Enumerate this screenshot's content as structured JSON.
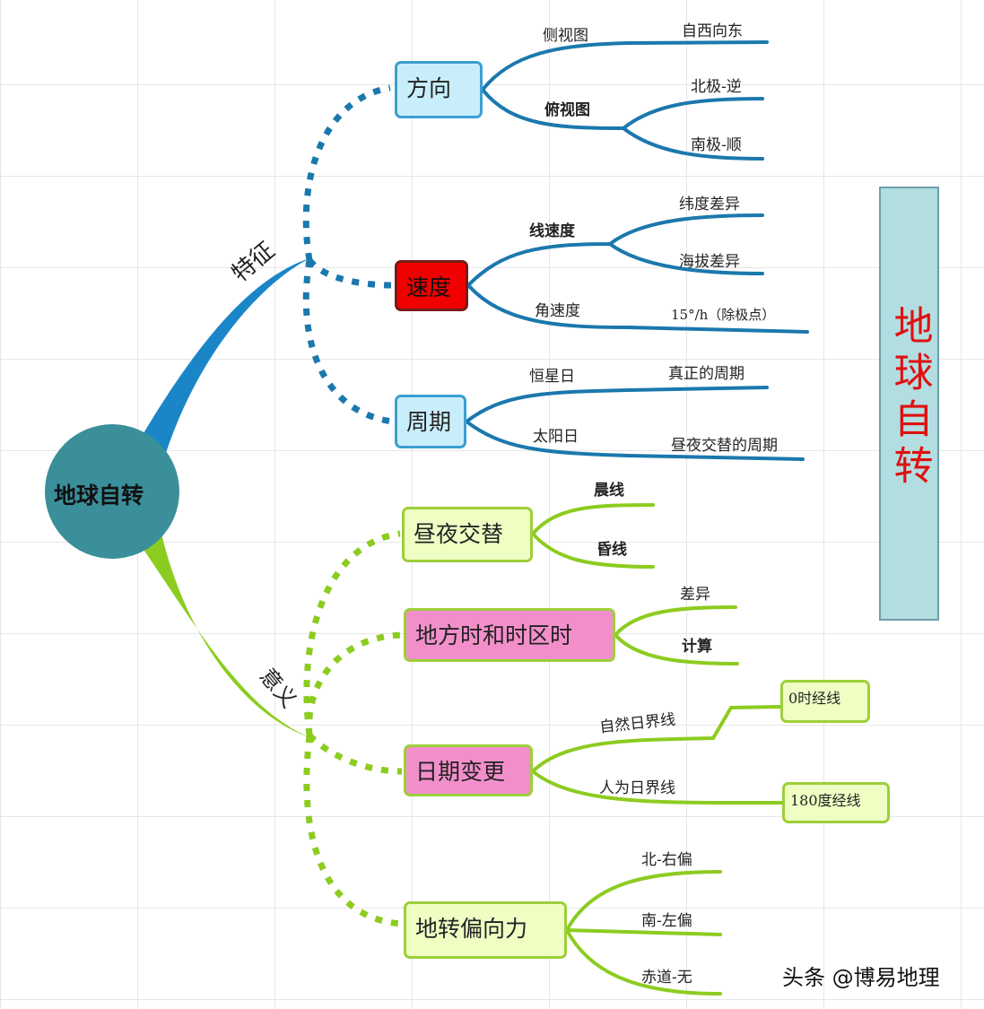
{
  "center": "地球自转",
  "title_box": "地球自转",
  "watermark": "头条 @博易地理",
  "colors": {
    "blue": "#1a86c8",
    "green": "#8ccc20",
    "title_red": "#e01010"
  },
  "features": {
    "label": "特征",
    "direction": {
      "label": "方向",
      "side": "侧视图",
      "side_val": "自西向东",
      "top": "俯视图",
      "north": "北极-逆",
      "south": "南极-顺"
    },
    "speed": {
      "label": "速度",
      "linear": "线速度",
      "lat": "纬度差异",
      "alt": "海拔差异",
      "angular": "角速度",
      "angular_val": "15°/h（除极点）"
    },
    "period": {
      "label": "周期",
      "sidereal": "恒星日",
      "sidereal_val": "真正的周期",
      "solar": "太阳日",
      "solar_val": "昼夜交替的周期"
    }
  },
  "significance": {
    "label": "意义",
    "daynight": {
      "label": "昼夜交替",
      "dawn": "晨线",
      "dusk": "昏线"
    },
    "time": {
      "label": "地方时和时区时",
      "diff": "差异",
      "calc": "计算"
    },
    "date": {
      "label": "日期变更",
      "natural": "自然日界线",
      "natural_val": "0时经线",
      "artificial": "人为日界线",
      "artificial_val": "180度经线"
    },
    "coriolis": {
      "label": "地转偏向力",
      "north": "北-右偏",
      "south": "南-左偏",
      "equator": "赤道-无"
    }
  }
}
